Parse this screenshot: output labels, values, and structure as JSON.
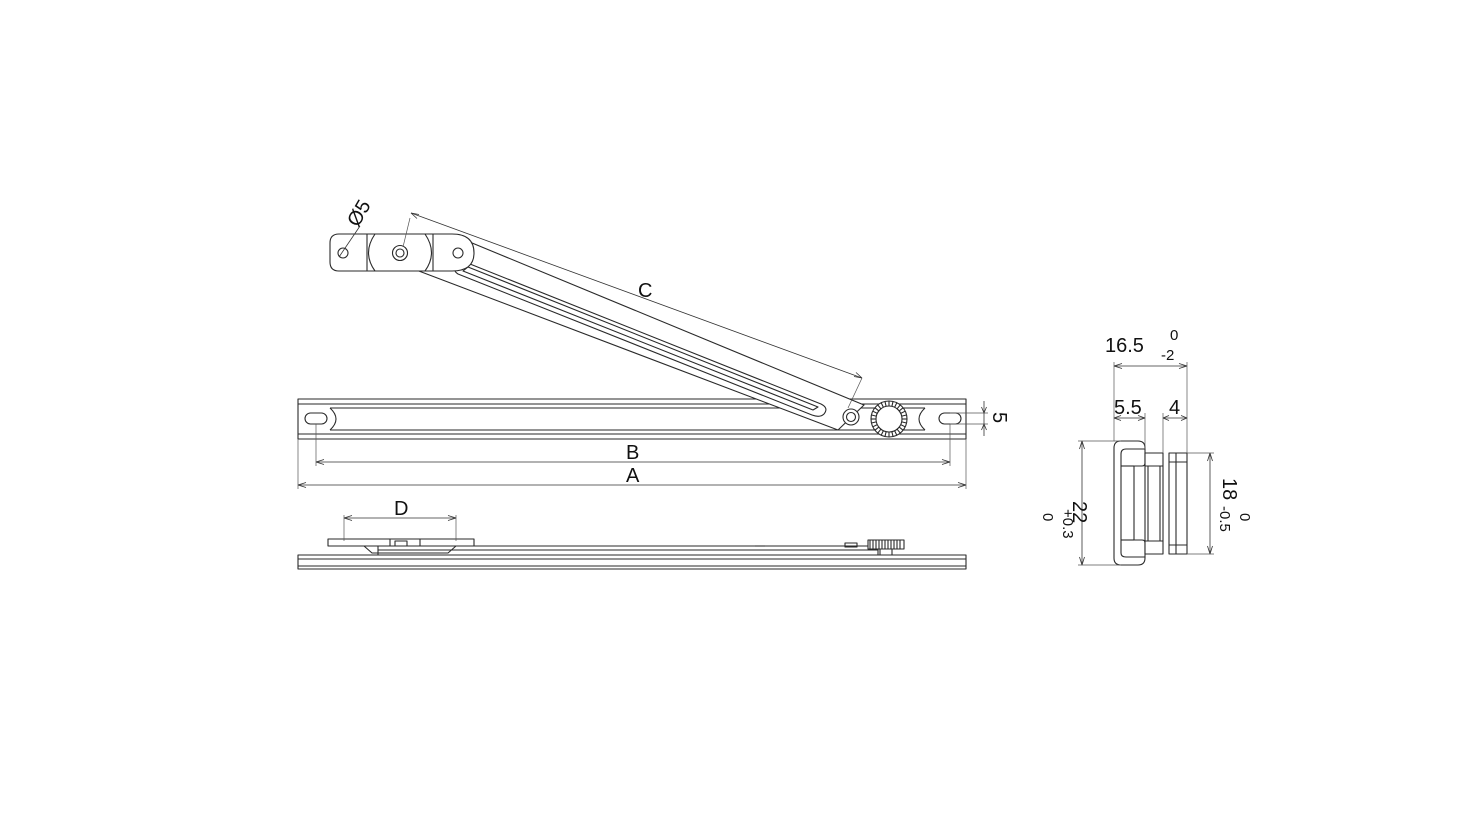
{
  "dimensions": {
    "hole_diameter": "Ø5",
    "arm_length": "C",
    "slot_width": "5",
    "slot_span": "B",
    "overall_length": "A",
    "pivot_offset": "D",
    "overall_width": "16.5",
    "overall_width_tol_upper": "0",
    "overall_width_tol_lower": "-2",
    "channel_width": "5.5",
    "rail_width": "4",
    "channel_height": "22",
    "channel_height_tol_upper": "+0.3",
    "channel_height_tol_lower": "0",
    "rail_height": "18",
    "rail_height_tol_upper": "0",
    "rail_height_tol_lower": "-0.5"
  },
  "colors": {
    "line": "#2a2a2a",
    "background": "#ffffff"
  }
}
